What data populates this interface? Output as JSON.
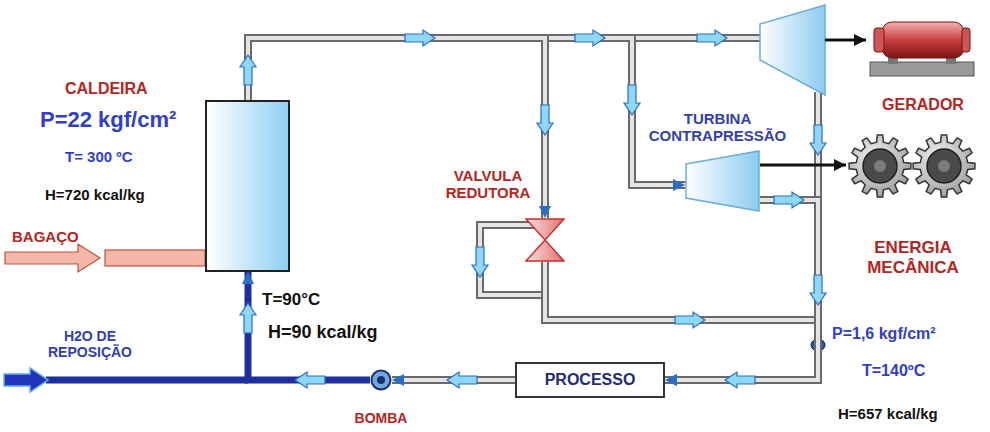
{
  "diagram": {
    "nodes": [
      {
        "text": [
          "CALDEIRA",
          "P=22 kgf/cm²",
          "T= 300 ºC",
          "H=720 kcal/kg"
        ]
      },
      {
        "text": [
          "GERADOR"
        ]
      },
      {
        "text": [
          "TURBINA CONTRAPRESSÃO"
        ]
      },
      {
        "text": [
          "VALVULA REDUTORA"
        ]
      },
      {
        "text": [
          "ENERGIA MECÂNICA"
        ]
      },
      {
        "text": [
          "PROCESSO"
        ]
      },
      {
        "text": [
          "BOMBA"
        ]
      }
    ],
    "edges": [
      {
        "from": 0,
        "to": 2,
        "arrow": "to"
      },
      {
        "from": 0,
        "to": 3,
        "arrow": "to"
      },
      {
        "from": 3,
        "to": 5,
        "arrow": "to"
      },
      {
        "from": 2,
        "to": 5,
        "arrow": "to"
      },
      {
        "from": 2,
        "to": 4,
        "arrow": "to"
      },
      {
        "from": 5,
        "to": 6,
        "arrow": "to"
      },
      {
        "from": 6,
        "to": 0,
        "arrow": "to"
      }
    ],
    "labels": [
      "BAGAÇO",
      "T=90°C",
      "H=90 kcal/kg",
      "H2O DE REPOSIÇÃO",
      "P=1,6 kgf/cm²",
      "T=140ºC",
      "H=657 kcal/kg"
    ]
  }
}
